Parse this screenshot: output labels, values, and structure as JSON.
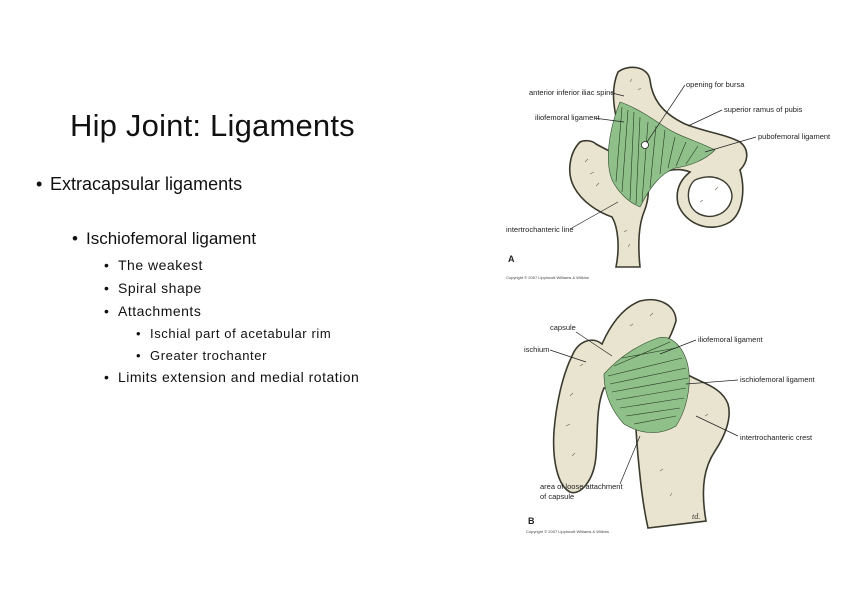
{
  "slide": {
    "title": "Hip Joint: Ligaments",
    "bullets": {
      "level1": "Extracapsular ligaments",
      "level2": "Ischiofemoral ligament",
      "weakest": "The weakest",
      "spiral": "Spiral shape",
      "attachments": "Attachments",
      "attach_ischial": "Ischial part of acetabular rim",
      "attach_trochanter": "Greater trochanter",
      "limits": "Limits extension and medial rotation"
    }
  },
  "figure_a": {
    "labels": {
      "aiis": "anterior inferior iliac spine",
      "bursa": "opening for bursa",
      "iliofemoral": "iliofemoral ligament",
      "sup_ramus": "superior ramus of pubis",
      "pubofemoral": "pubofemoral ligament",
      "intertroch_line": "intertrochanteric line"
    },
    "letter": "A",
    "copyright": "Copyright © 2007 Lippincott Williams & Wilkins"
  },
  "figure_b": {
    "labels": {
      "capsule": "capsule",
      "ischium": "ischium",
      "iliofemoral": "iliofemoral ligament",
      "ischiofemoral": "ischiofemoral ligament",
      "intertroch_crest": "intertrochanteric crest",
      "loose_1": "area of loose attachment",
      "loose_2": "of capsule"
    },
    "letter": "B",
    "copyright": "Copyright © 2007 Lippincott Williams & Wilkins",
    "signature": "td."
  }
}
